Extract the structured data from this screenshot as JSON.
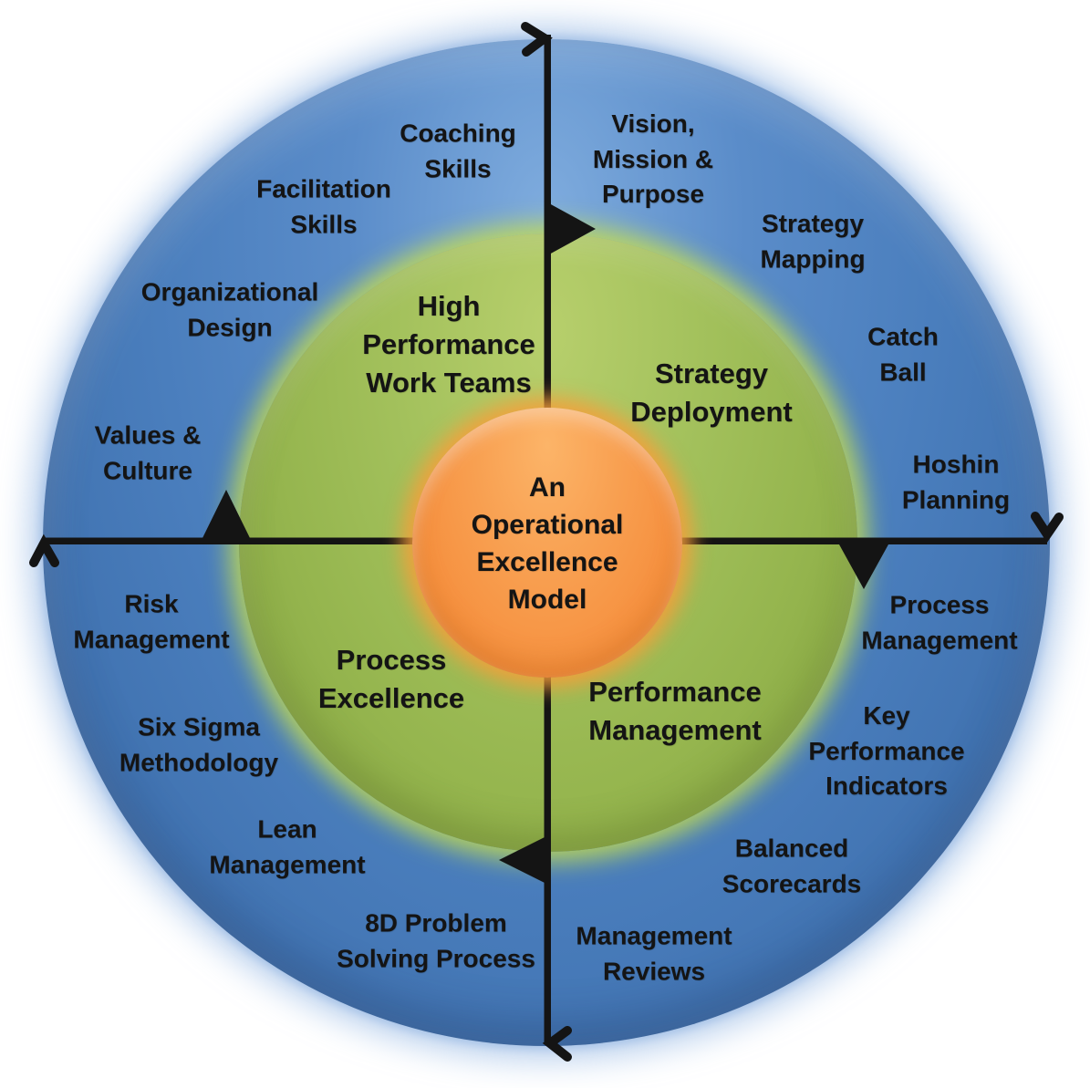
{
  "title": "An Operational Excellence Model",
  "diagram_type": "concentric-rings-quadrant-model",
  "flow": {
    "direction": "clockwise",
    "axis_color": "#141414",
    "axis_arrowhead_icons": [
      "chevron-right-icon",
      "chevron-down-icon",
      "chevron-left-icon",
      "chevron-up-icon"
    ],
    "ring_flow_icons": [
      "triangle-right-icon",
      "triangle-down-icon",
      "triangle-left-icon",
      "triangle-up-icon"
    ]
  },
  "colors": {
    "outer_ring_fill": "#4A7EBD",
    "middle_ring_fill": "#9CBC55",
    "center_fill": "#F89A4B",
    "text": "#141414",
    "background": "#FFFFFF"
  },
  "center": {
    "label": "An Operational Excellence Model"
  },
  "middle_ring": {
    "labels": [
      {
        "id": "high-performance-work-teams",
        "text": "High Performance Work Teams"
      },
      {
        "id": "strategy-deployment",
        "text": "Strategy Deployment"
      },
      {
        "id": "process-excellence",
        "text": "Process Excellence"
      },
      {
        "id": "performance-management",
        "text": "Performance Management"
      }
    ]
  },
  "outer_ring": {
    "labels": [
      {
        "id": "coaching-skills",
        "text": "Coaching Skills"
      },
      {
        "id": "facilitation-skills",
        "text": "Facilitation Skills"
      },
      {
        "id": "organizational-design",
        "text": "Organizational Design"
      },
      {
        "id": "values-culture",
        "text": "Values & Culture"
      },
      {
        "id": "vision-mission-purpose",
        "text": "Vision, Mission & Purpose"
      },
      {
        "id": "strategy-mapping",
        "text": "Strategy Mapping"
      },
      {
        "id": "catch-ball",
        "text": "Catch Ball"
      },
      {
        "id": "hoshin-planning",
        "text": "Hoshin Planning"
      },
      {
        "id": "risk-management",
        "text": "Risk Management"
      },
      {
        "id": "six-sigma-methodology",
        "text": "Six Sigma Methodology"
      },
      {
        "id": "lean-management",
        "text": "Lean Management"
      },
      {
        "id": "8d-problem-solving-process",
        "text": "8D Problem Solving Process"
      },
      {
        "id": "process-management",
        "text": "Process Management"
      },
      {
        "id": "key-performance-indicators",
        "text": "Key Performance Indicators"
      },
      {
        "id": "balanced-scorecards",
        "text": "Balanced Scorecards"
      },
      {
        "id": "management-reviews",
        "text": "Management Reviews"
      }
    ]
  }
}
